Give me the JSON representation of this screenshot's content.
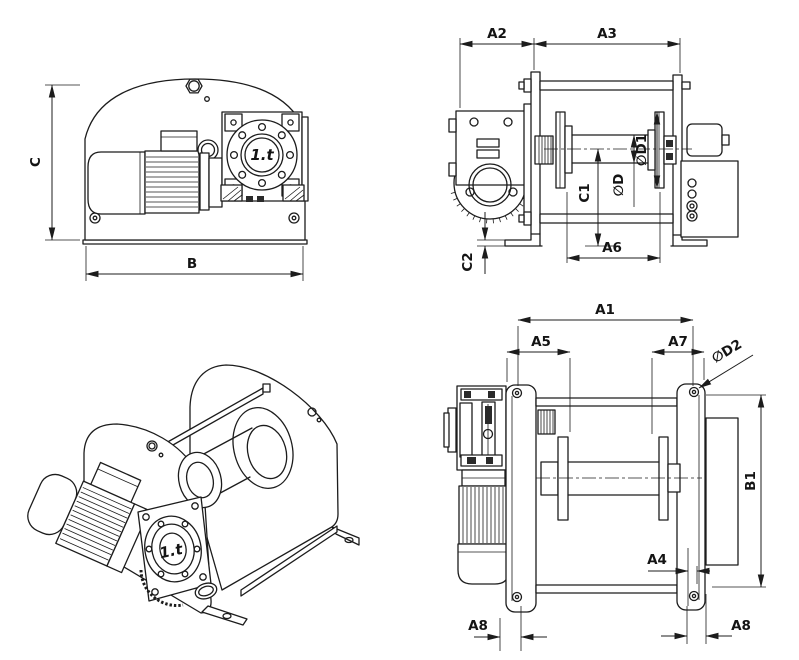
{
  "colors": {
    "ink": "#1c1c1c",
    "paper": "#ffffff"
  },
  "views": {
    "front": {
      "gearbox_logo": "1.t",
      "dims": {
        "c": "C",
        "b": "B"
      }
    },
    "side": {
      "dims": {
        "a2": "A2",
        "a3": "A3",
        "c1": "C1",
        "c2": "C2",
        "d": "∅D",
        "d1": "∅D1",
        "a6": "A6"
      }
    },
    "iso": {
      "gearbox_logo": "1.t"
    },
    "top": {
      "dims": {
        "a1": "A1",
        "a5": "A5",
        "a7": "A7",
        "d2": "∅D2",
        "b1": "B1",
        "a4": "A4",
        "a8_left": "A8",
        "a8_right": "A8"
      }
    }
  }
}
